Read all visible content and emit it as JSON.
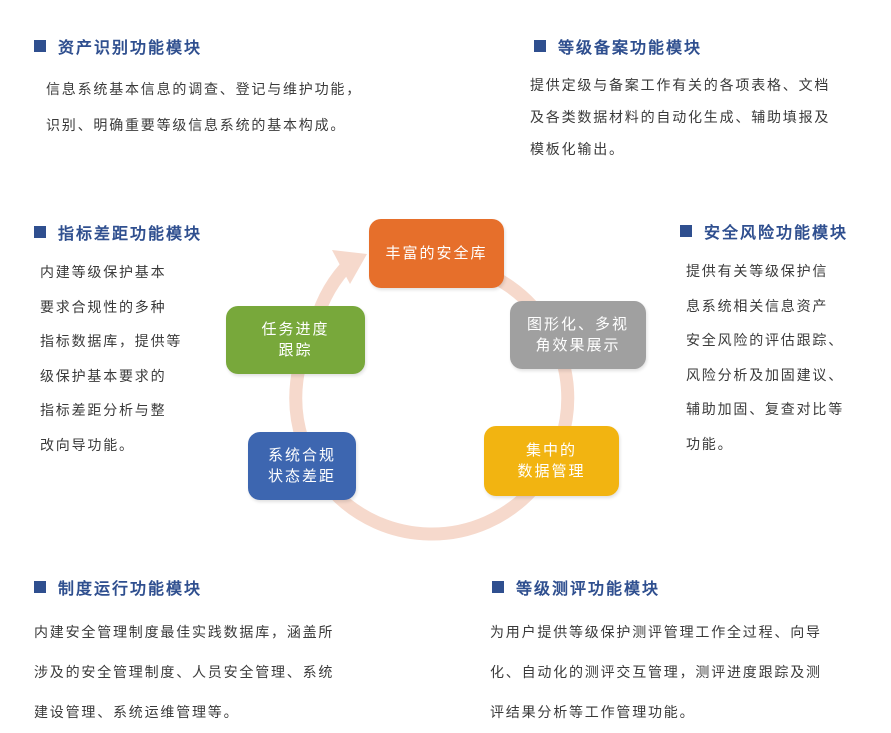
{
  "modules": [
    {
      "title": "资产识别功能模块",
      "lines": [
        "信息系统基本信息的调查、登记与维护功能，",
        "识别、明确重要等级信息系统的基本构成。"
      ]
    },
    {
      "title": "等级备案功能模块",
      "lines": [
        "提供定级与备案工作有关的各项表格、文档",
        "及各类数据材料的自动化生成、辅助填报及",
        "模板化输出。"
      ]
    },
    {
      "title": "指标差距功能模块",
      "lines": [
        "内建等级保护基本",
        "要求合规性的多种",
        "指标数据库，提供等",
        "级保护基本要求的",
        "指标差距分析与整",
        "改向导功能。"
      ]
    },
    {
      "title": "安全风险功能模块",
      "lines": [
        "提供有关等级保护信",
        "息系统相关信息资产",
        "安全风险的评估跟踪、",
        "风险分析及加固建议、",
        "辅助加固、复查对比等",
        "功能。"
      ]
    },
    {
      "title": "制度运行功能模块",
      "lines": [
        "内建安全管理制度最佳实践数据库，涵盖所",
        "涉及的安全管理制度、人员安全管理、系统",
        "建设管理、系统运维管理等。"
      ]
    },
    {
      "title": "等级测评功能模块",
      "lines": [
        "为用户提供等级保护测评管理工作全过程、向导",
        "化、自动化的测评交互管理，测评进度跟踪及测",
        "评结果分析等工作管理功能。"
      ]
    }
  ],
  "cycle": {
    "ring_color": "#f6d9cc",
    "nodes": [
      {
        "lines": [
          "丰富的安全库"
        ],
        "color": "#e66f2b"
      },
      {
        "lines": [
          "图形化、多视",
          "角效果展示"
        ],
        "color": "#a0a0a0"
      },
      {
        "lines": [
          "集中的",
          "数据管理"
        ],
        "color": "#f2b411"
      },
      {
        "lines": [
          "系统合规",
          "状态差距"
        ],
        "color": "#3d66b0"
      },
      {
        "lines": [
          "任务进度",
          "跟踪"
        ],
        "color": "#78a83b"
      }
    ]
  },
  "colors": {
    "title": "#2f4f8f",
    "body_text": "#3a3a3a"
  }
}
